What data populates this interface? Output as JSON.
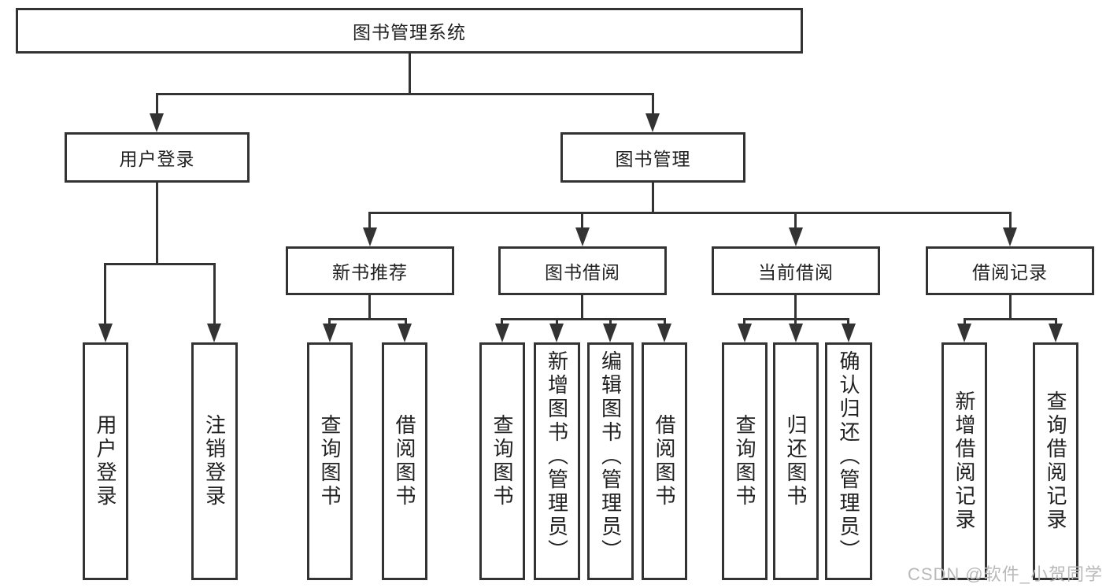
{
  "nodes": {
    "root": "图书管理系统",
    "l2": [
      "用户登录",
      "图书管理"
    ],
    "l3": [
      "新书推荐",
      "图书借阅",
      "当前借阅",
      "借阅记录"
    ],
    "leaves": [
      [
        "用户登录",
        "注销登录"
      ],
      [
        "查询图书",
        "借阅图书"
      ],
      [
        "查询图书",
        "新增图书（管理员）",
        "编辑图书（管理员）",
        "借阅图书"
      ],
      [
        "查询图书",
        "归还图书",
        "确认归还（管理员）"
      ],
      [
        "新增借阅记录",
        "查询借阅记录"
      ]
    ]
  },
  "watermark": "CSDN @软件_小贺同学",
  "colors": {
    "line": "#333333",
    "text": "#212121",
    "background": "#ffffff",
    "watermark": "#b9b9b9"
  }
}
